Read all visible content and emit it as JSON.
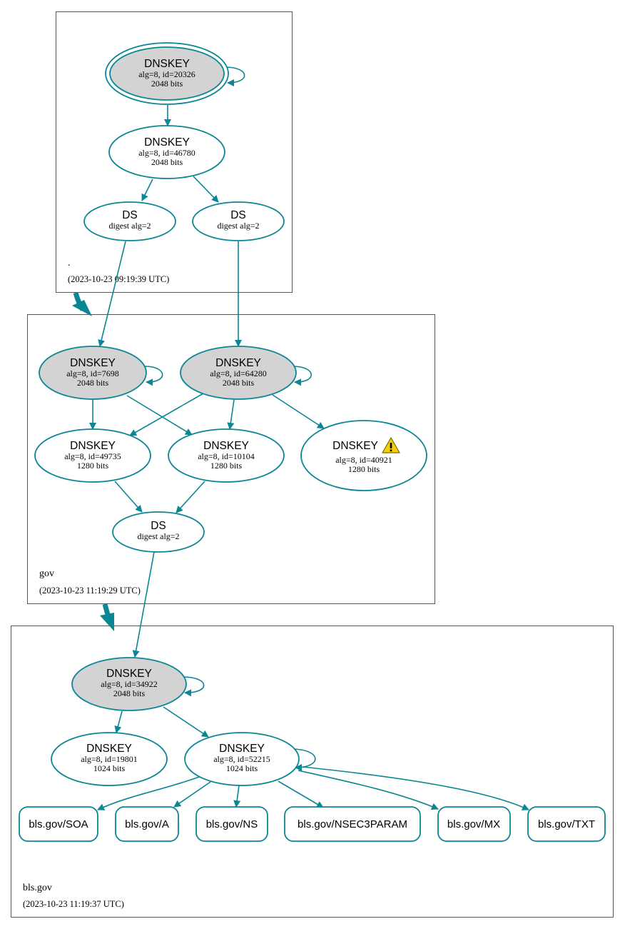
{
  "zones": {
    "root": {
      "name": ".",
      "timestamp": "(2023-10-23 09:19:39 UTC)",
      "nodes": {
        "ksk_20326": {
          "title": "DNSKEY",
          "detail": "alg=8, id=20326",
          "size": "2048 bits"
        },
        "zsk_46780": {
          "title": "DNSKEY",
          "detail": "alg=8, id=46780",
          "size": "2048 bits"
        },
        "ds_a": {
          "title": "DS",
          "detail": "digest alg=2"
        },
        "ds_b": {
          "title": "DS",
          "detail": "digest alg=2"
        }
      }
    },
    "gov": {
      "name": "gov",
      "timestamp": "(2023-10-23 11:19:29 UTC)",
      "nodes": {
        "ksk_7698": {
          "title": "DNSKEY",
          "detail": "alg=8, id=7698",
          "size": "2048 bits"
        },
        "ksk_64280": {
          "title": "DNSKEY",
          "detail": "alg=8, id=64280",
          "size": "2048 bits"
        },
        "zsk_49735": {
          "title": "DNSKEY",
          "detail": "alg=8, id=49735",
          "size": "1280 bits"
        },
        "zsk_10104": {
          "title": "DNSKEY",
          "detail": "alg=8, id=10104",
          "size": "1280 bits"
        },
        "zsk_40921": {
          "title": "DNSKEY",
          "detail": "alg=8, id=40921",
          "size": "1280 bits",
          "warning": "warning-icon"
        },
        "ds": {
          "title": "DS",
          "detail": "digest alg=2"
        }
      }
    },
    "bls": {
      "name": "bls.gov",
      "timestamp": "(2023-10-23 11:19:37 UTC)",
      "nodes": {
        "ksk_34922": {
          "title": "DNSKEY",
          "detail": "alg=8, id=34922",
          "size": "2048 bits"
        },
        "zsk_19801": {
          "title": "DNSKEY",
          "detail": "alg=8, id=19801",
          "size": "1024 bits"
        },
        "zsk_52215": {
          "title": "DNSKEY",
          "detail": "alg=8, id=52215",
          "size": "1024 bits"
        }
      },
      "rrsets": {
        "soa": "bls.gov/SOA",
        "a": "bls.gov/A",
        "ns": "bls.gov/NS",
        "nsec3param": "bls.gov/NSEC3PARAM",
        "mx": "bls.gov/MX",
        "txt": "bls.gov/TXT"
      }
    }
  },
  "colors": {
    "edge": "#0a8694",
    "ksk_fill": "#d3d3d3",
    "zone_border": "#555555",
    "warning_fill": "#f5d000"
  }
}
